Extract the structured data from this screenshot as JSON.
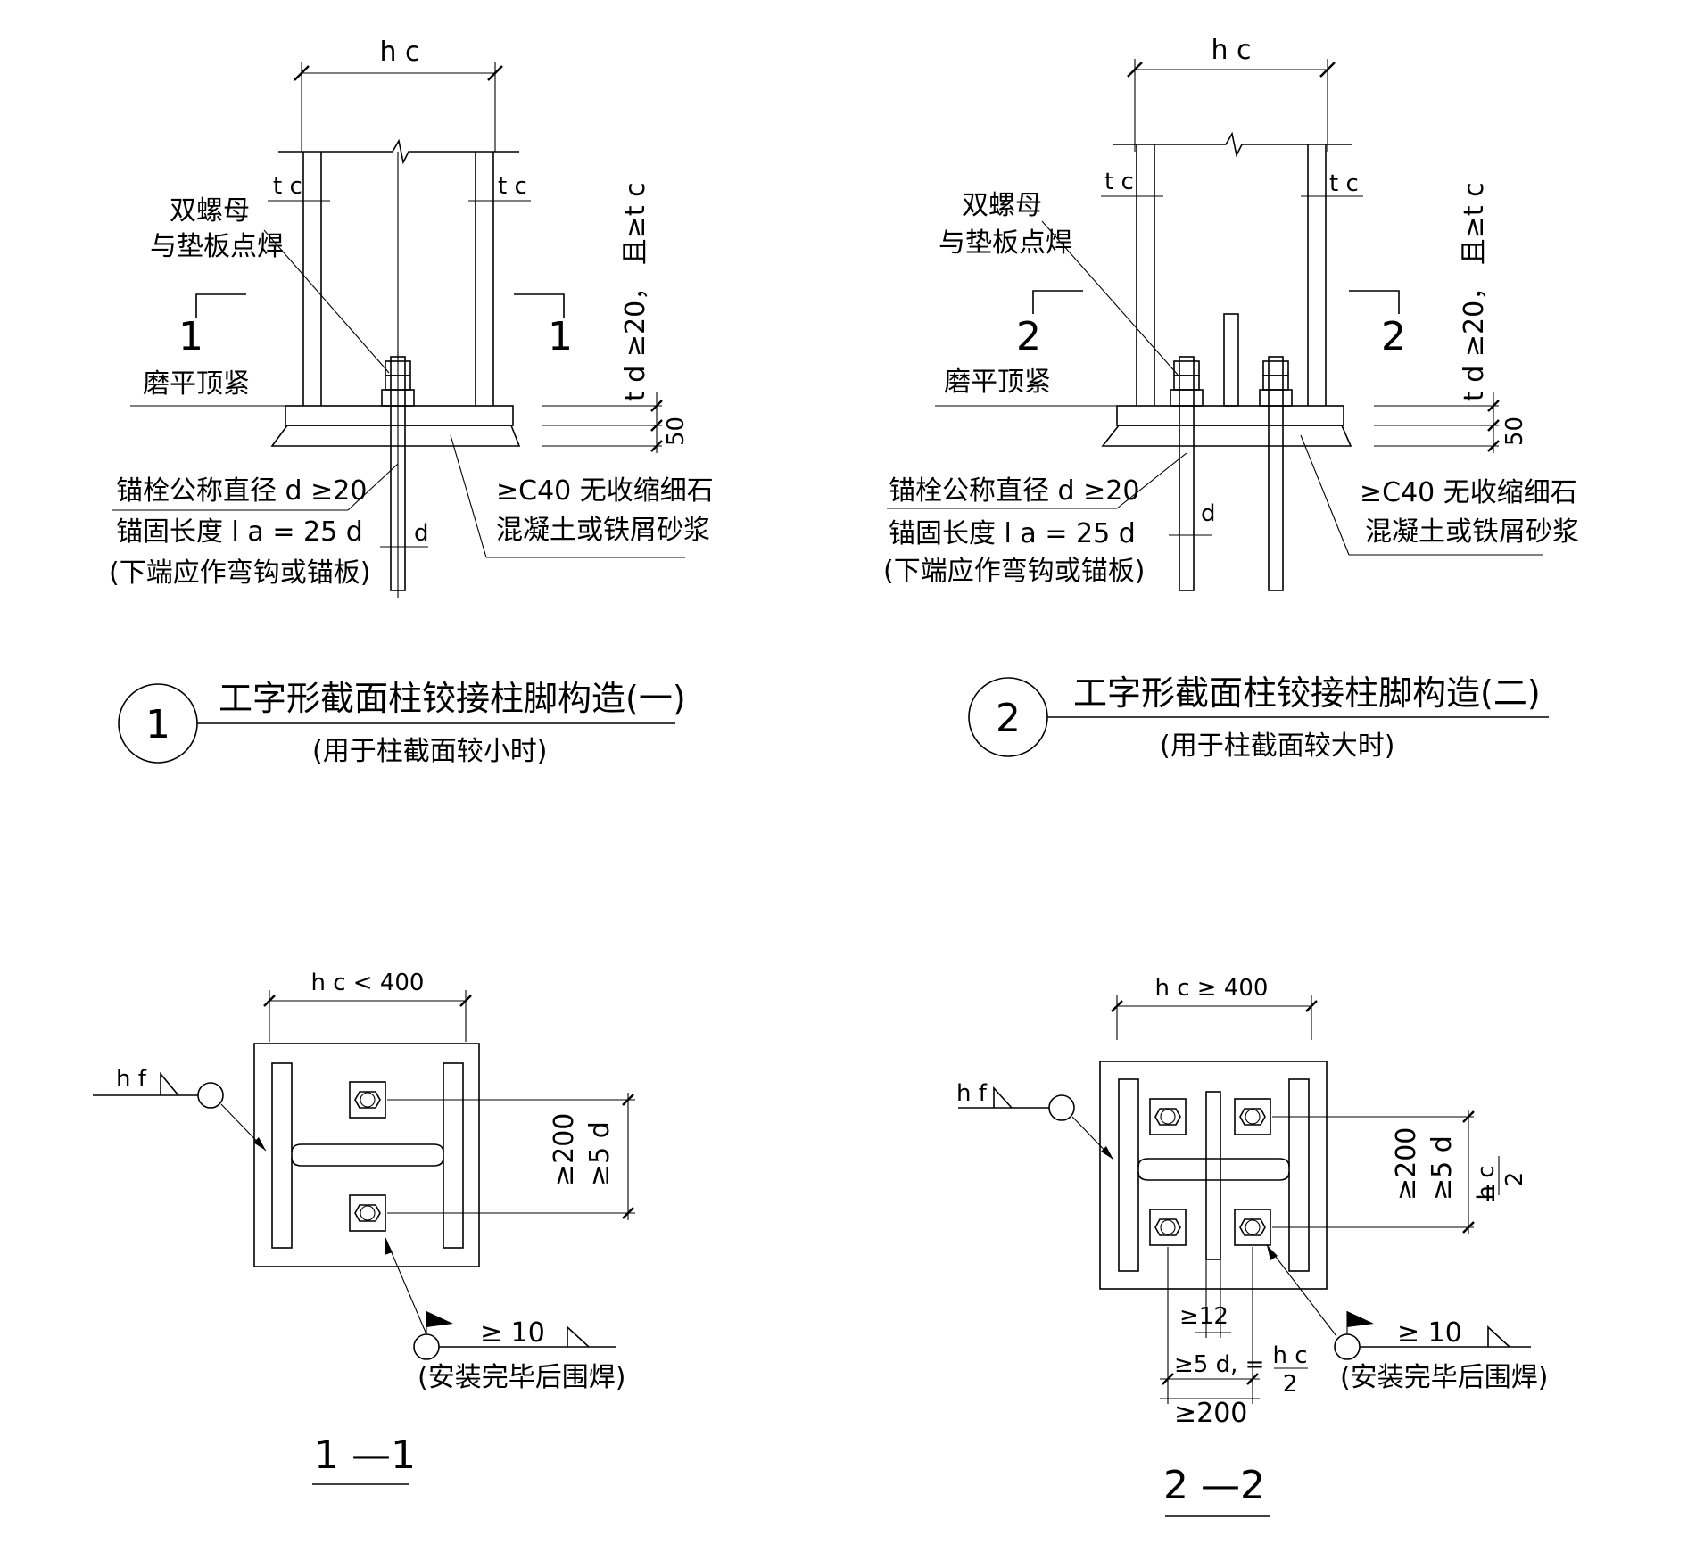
{
  "detail1": {
    "dim_hc": "h c",
    "dim_tc_left": "t c",
    "dim_tc_right": "t c",
    "section_mark_left": "1",
    "section_mark_right": "1",
    "note_nut": "双螺母",
    "note_nut2": "与垫板点焊",
    "note_grind": "磨平顶紧",
    "note_anchor1": "锚栓公称直径 d ≥20",
    "note_anchor2": "锚固长度 l a = 25 d",
    "note_anchor3": "(下端应作弯钩或锚板)",
    "note_grout1": "≥C40 无收缩细石",
    "note_grout2": "混凝土或铁屑砂浆",
    "dim_d": "d",
    "dim_td": "t d ≥20， 且≥t c",
    "dim_50": "50",
    "number": "1",
    "title": "工字形截面柱铰接柱脚构造(一)",
    "subtitle": "(用于柱截面较小时)"
  },
  "detail2": {
    "dim_hc": "h c",
    "dim_tc_left": "t c",
    "dim_tc_right": "t c",
    "section_mark_left": "2",
    "section_mark_right": "2",
    "note_nut": "双螺母",
    "note_nut2": "与垫板点焊",
    "note_grind": "磨平顶紧",
    "note_anchor1": "锚栓公称直径 d ≥20",
    "note_anchor2": "锚固长度 l a = 25 d",
    "note_anchor3": "(下端应作弯钩或锚板)",
    "note_grout1": "≥C40 无收缩细石",
    "note_grout2": "混凝土或铁屑砂浆",
    "dim_d": "d",
    "dim_td": "t d ≥20， 且≥t c",
    "dim_50": "50",
    "number": "2",
    "title": "工字形截面柱铰接柱脚构造(二)",
    "subtitle": "(用于柱截面较大时)"
  },
  "section1": {
    "dim_hc": "h c < 400",
    "weld_hf": "h f",
    "dim_200": "≥200",
    "dim_5d": "≥5 d",
    "weld_10": "≥ 10",
    "weld_note": "(安装完毕后围焊)",
    "label": "1 —1"
  },
  "section2": {
    "dim_hc": "h c ≥ 400",
    "weld_hf": "h f",
    "dim_200": "≥200",
    "dim_5d": "≥5 d",
    "dim_hc2_eq": "=",
    "dim_hc2_num": "h c",
    "dim_hc2_den": "2",
    "dim_12": "≥12",
    "dim_5d_hc": "≥5 d, =",
    "dim_5d_hc_num": "h c",
    "dim_5d_hc_den": "2",
    "dim_200b": "≥200",
    "weld_10": "≥ 10",
    "weld_note": "(安装完毕后围焊)",
    "label": "2 —2"
  }
}
